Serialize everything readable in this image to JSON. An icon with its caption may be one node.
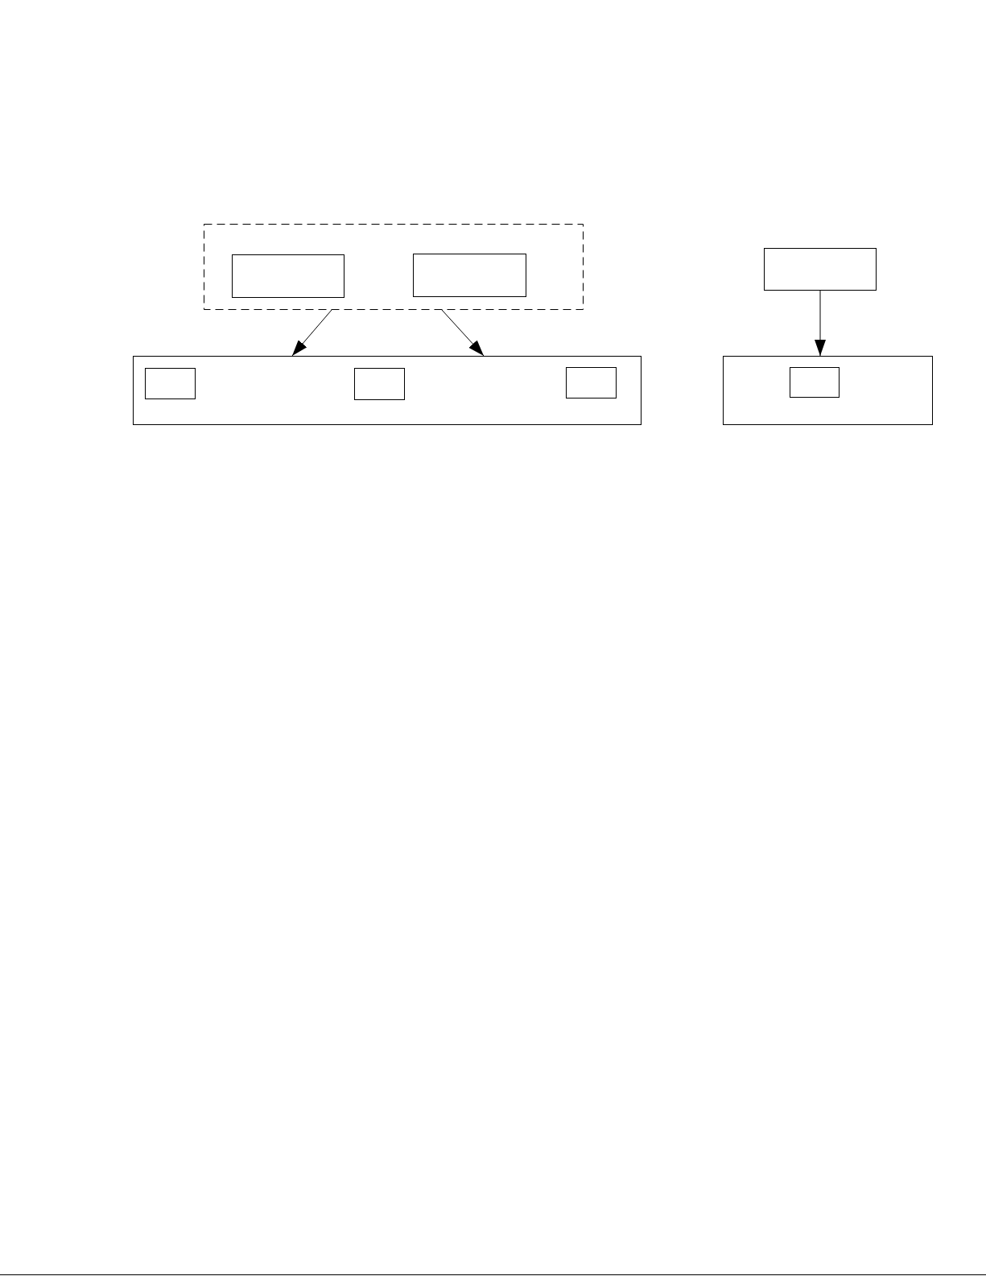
{
  "diagram": {
    "nodes": [
      {
        "text": [],
        "shape": "box"
      },
      {
        "text": [],
        "shape": "box",
        "in": 0
      },
      {
        "text": [],
        "shape": "box",
        "in": 0
      },
      {
        "text": [],
        "shape": "box"
      },
      {
        "text": [],
        "shape": "box"
      },
      {
        "text": [],
        "shape": "box",
        "in": 4
      },
      {
        "text": [],
        "shape": "box",
        "in": 4
      },
      {
        "text": [],
        "shape": "box",
        "in": 4
      },
      {
        "text": [],
        "shape": "box"
      },
      {
        "text": [],
        "shape": "box",
        "in": 8
      }
    ],
    "edges": [
      {
        "from": 0,
        "to": 4,
        "arrow": "to"
      },
      {
        "from": 0,
        "to": 4,
        "arrow": "to"
      },
      {
        "from": 3,
        "to": 8,
        "arrow": "to"
      }
    ]
  }
}
